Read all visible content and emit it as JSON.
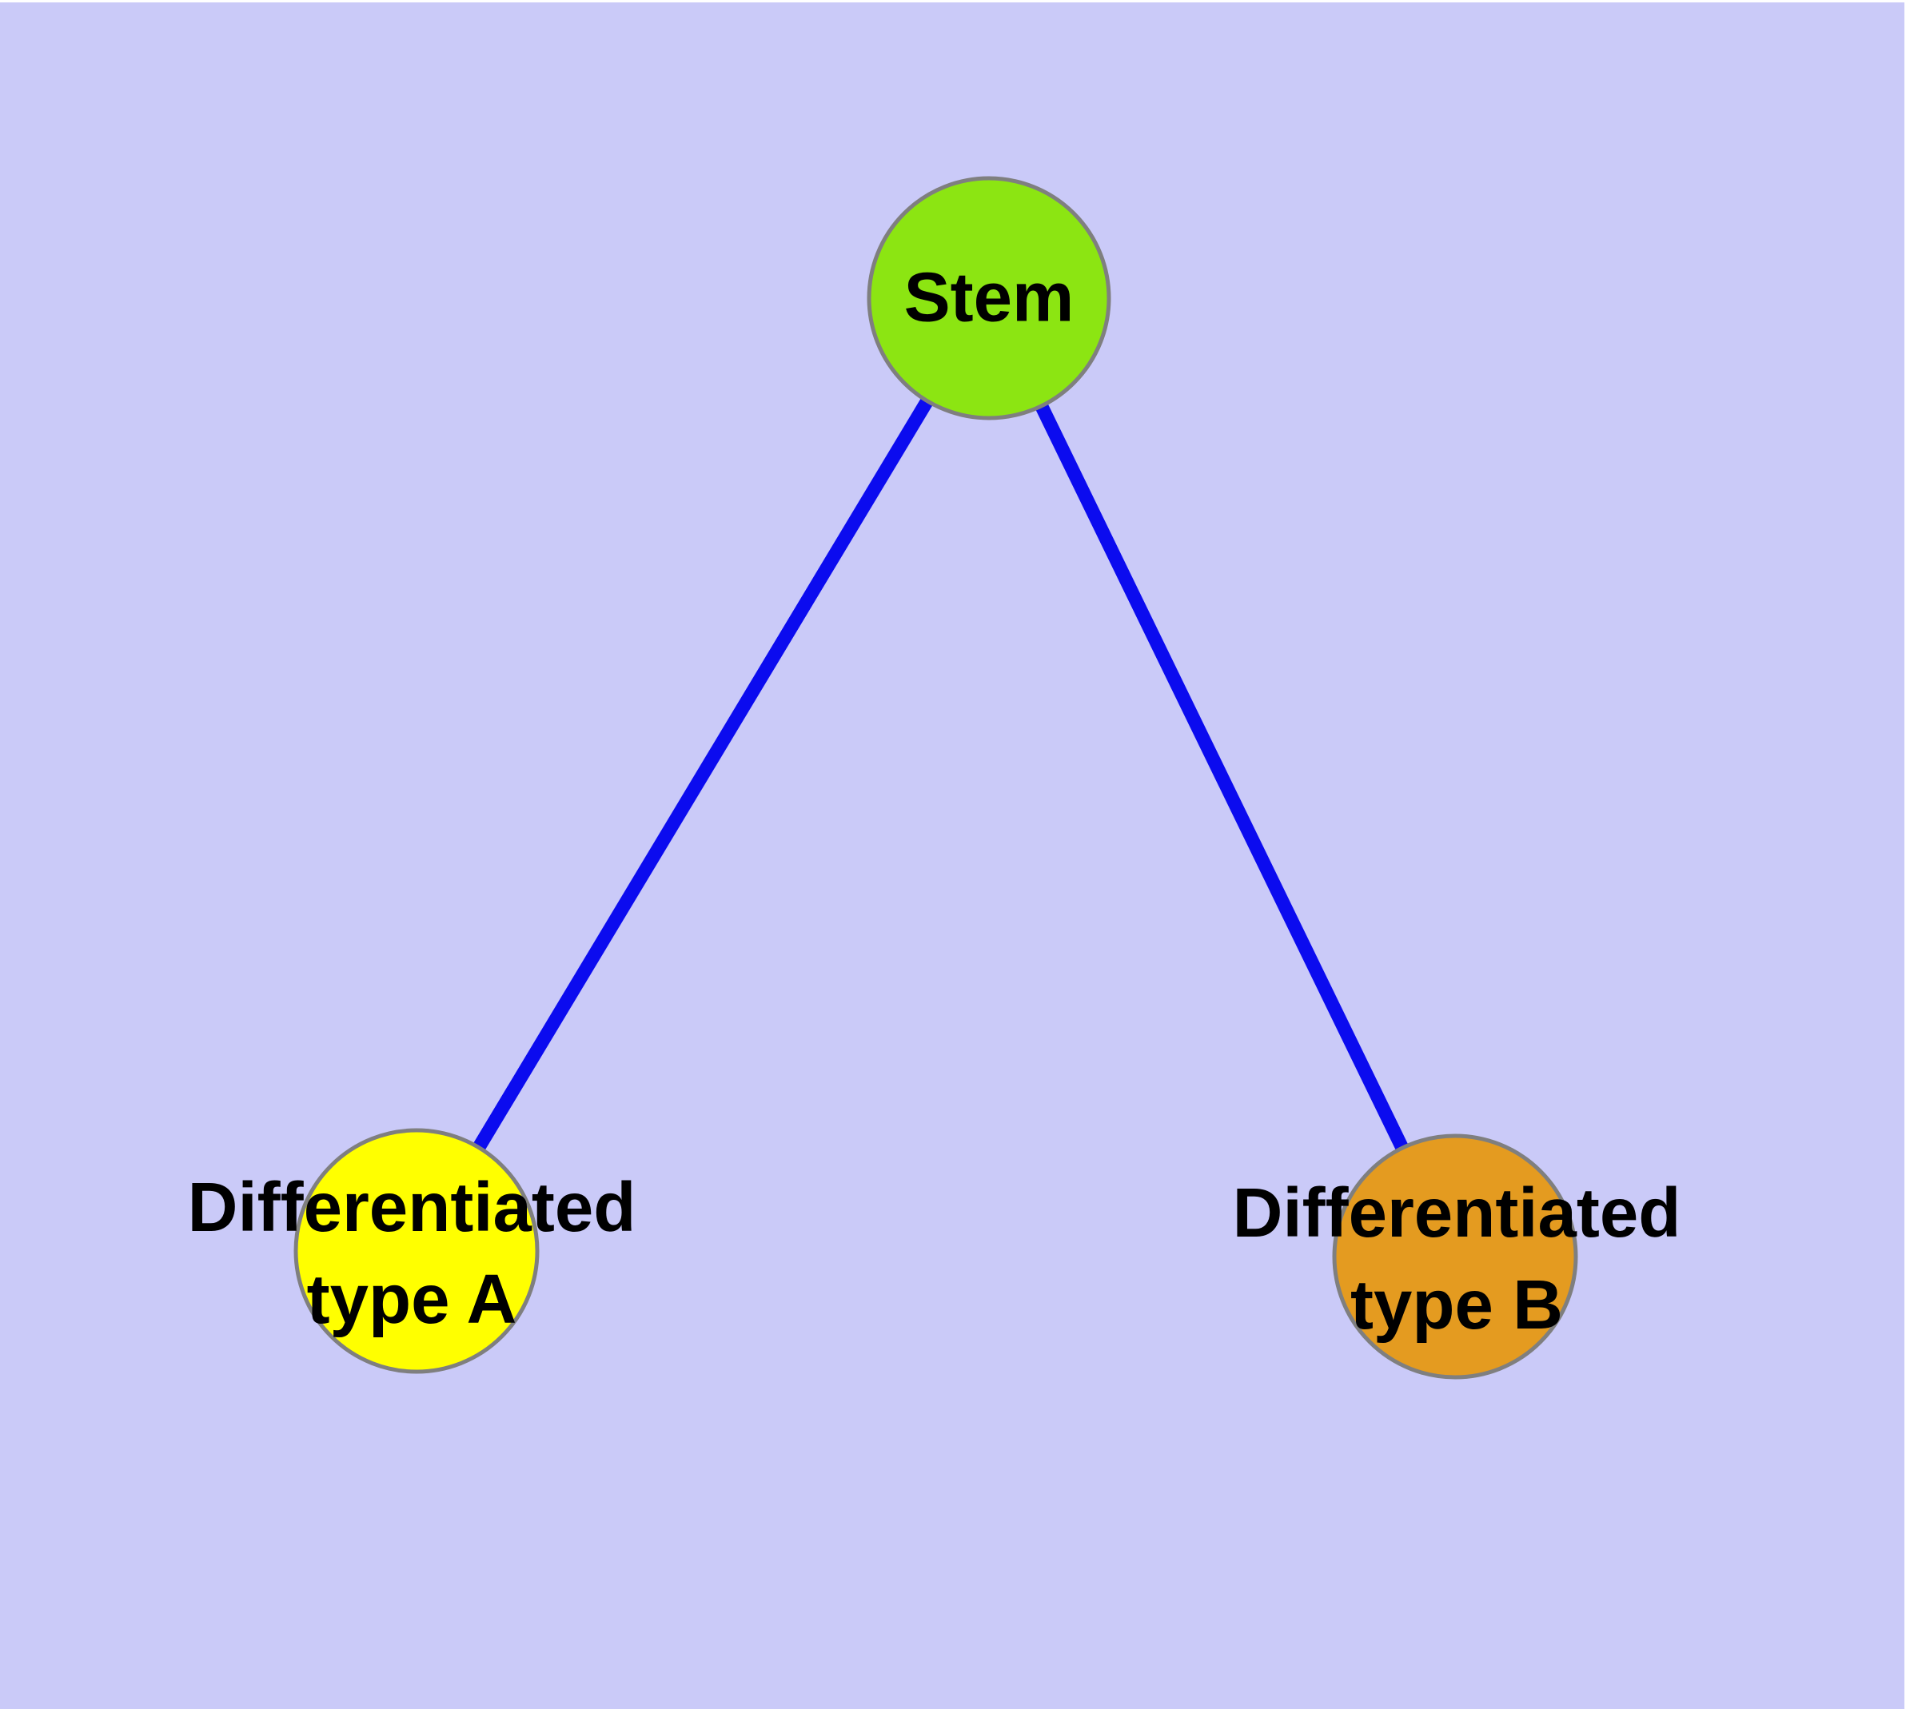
{
  "page": {
    "background": "#FFFFFF"
  },
  "diagram": {
    "background": "#CACAF8",
    "node_border_color": "#7F7F7F",
    "edge_color": "#0B0BEF",
    "label_color": "#000000",
    "nodes": {
      "stem": {
        "label": "Stem",
        "fill": "#8CE512"
      },
      "typeA": {
        "label": "Differentiated\ntype A",
        "fill": "#FFFF00"
      },
      "typeB": {
        "label": "Differentiated\ntype B",
        "fill": "#E49B20"
      }
    },
    "edges": [
      {
        "from": "Stem",
        "to": "Differentiated type A"
      },
      {
        "from": "Stem",
        "to": "Differentiated type B"
      }
    ]
  }
}
